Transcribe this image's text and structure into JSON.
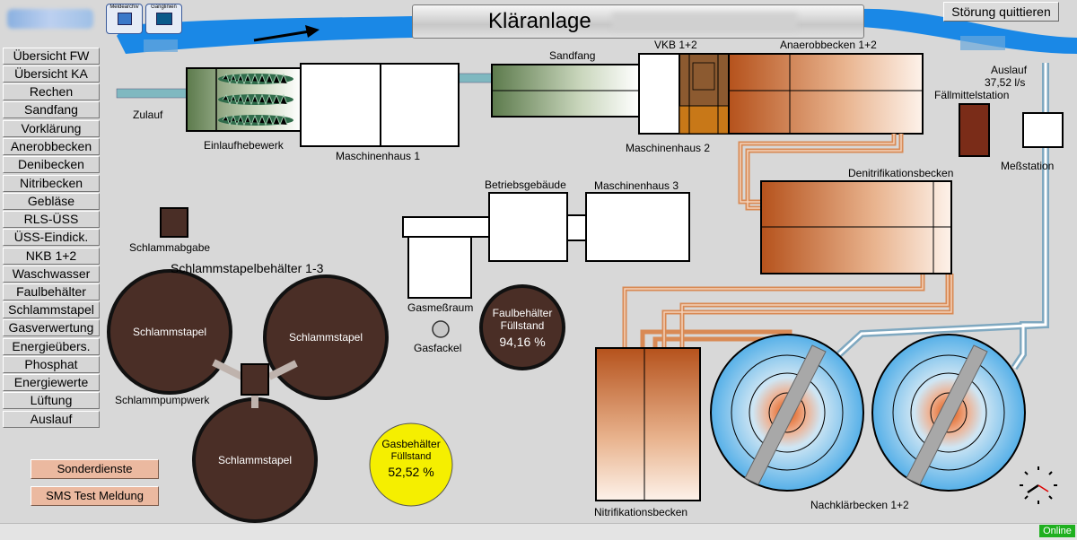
{
  "header": {
    "title": "Kläranlage",
    "ack_button": "Störung quittieren",
    "icons": [
      {
        "label": "Meldearchiv",
        "icon": "archive-icon"
      },
      {
        "label": "Ganglinien",
        "icon": "trend-icon"
      }
    ]
  },
  "nav": [
    "Übersicht FW",
    "Übersicht KA",
    "Rechen",
    "Sandfang",
    "Vorklärung",
    "Anerobbecken",
    "Denibecken",
    "Nitribecken",
    "Gebläse",
    "RLS-ÜSS",
    "ÜSS-Eindick.",
    "NKB 1+2",
    "Waschwasser",
    "Faulbehälter",
    "Schlammstapel",
    "Gasverwertung",
    "Energieübers.",
    "Phosphat",
    "Energiewerte",
    "Lüftung",
    "Auslauf"
  ],
  "buttons": {
    "sonderdienste": "Sonderdienste",
    "sms": "SMS Test Meldung"
  },
  "labels": {
    "zulauf": "Zulauf",
    "einlaufhebewerk": "Einlaufhebewerk",
    "maschinenhaus1": "Maschinenhaus 1",
    "sandfang": "Sandfang",
    "vkb": "VKB 1+2",
    "anaerob": "Anaerobbecken 1+2",
    "maschinenhaus2": "Maschinenhaus 2",
    "auslauf": "Auslauf",
    "auslauf_value": "37,52 l/s",
    "faellmittel": "Fällmittelstation",
    "messstation": "Meßstation",
    "deni": "Denitrifikationsbecken",
    "betrieb": "Betriebsgebäude",
    "maschinenhaus3": "Maschinenhaus 3",
    "schlammabgabe": "Schlammabgabe",
    "stapel_title": "Schlammstapelbehälter 1-3",
    "stapel": "Schlammstapel",
    "pumpwerk": "Schlammpumpwerk",
    "gasmess": "Gasmeßraum",
    "gasfackel": "Gasfackel",
    "nitri": "Nitrifikationsbecken",
    "nkb": "Nachklärbecken 1+2"
  },
  "faul": {
    "title": "Faulbehälter",
    "sub": "Füllstand",
    "value": "94,16 %"
  },
  "gas": {
    "title": "Gasbehälter",
    "sub": "Füllstand",
    "value": "52,52 %"
  },
  "status": {
    "online": "Online"
  },
  "colors": {
    "water": "#1a88e6",
    "pipe_copper": "#e2a070",
    "sludge": "#4a2e26",
    "online": "#1fb01f",
    "gas": "#f5ef00"
  }
}
